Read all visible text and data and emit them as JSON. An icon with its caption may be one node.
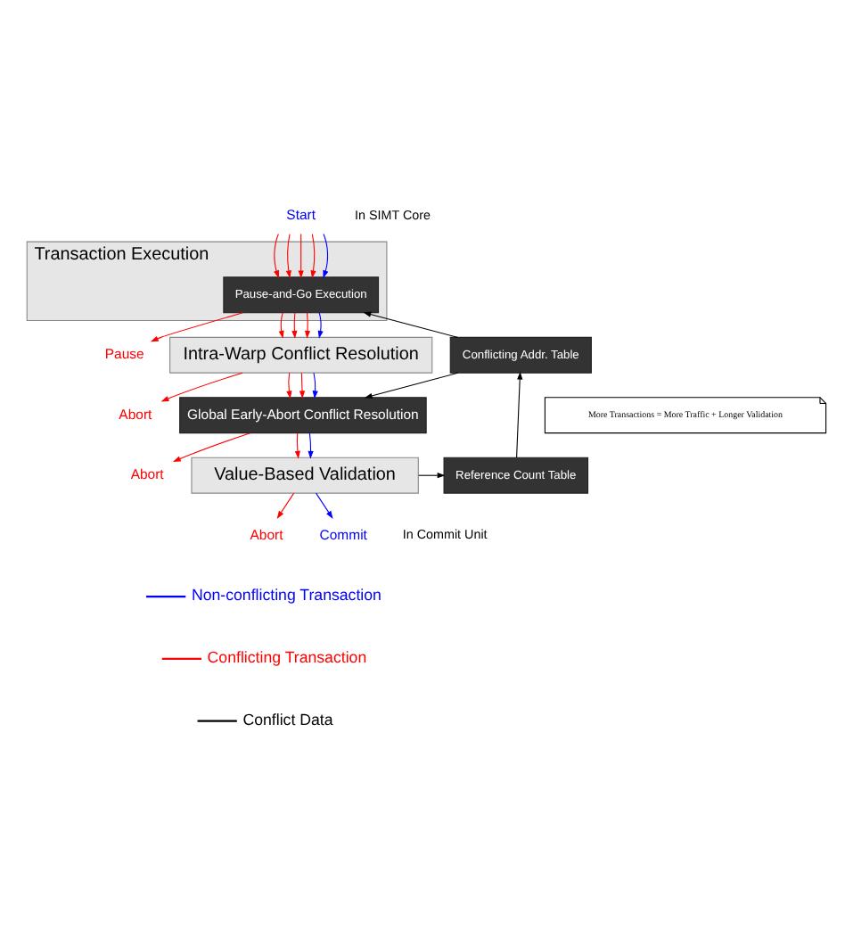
{
  "diagram": {
    "nodes": [
      {
        "text": [
          "Start"
        ]
      },
      {
        "text": [
          "Transaction Execution"
        ]
      },
      {
        "text": [
          "Pause-and-Go Execution"
        ],
        "in": 1
      },
      {
        "text": [
          "Pause"
        ]
      },
      {
        "text": [
          "Intra-Warp Conflict Resolution"
        ]
      },
      {
        "text": [
          "Abort"
        ]
      },
      {
        "text": [
          "Global Early-Abort Conflict Resolution"
        ]
      },
      {
        "text": [
          "Abort"
        ]
      },
      {
        "text": [
          "Value-Based Validation"
        ]
      },
      {
        "text": [
          "Abort"
        ]
      },
      {
        "text": [
          "Commit"
        ]
      },
      {
        "text": [
          "Conflicting Addr. Table"
        ]
      },
      {
        "text": [
          "Reference Count Table"
        ]
      },
      {
        "text": [
          "More Transactions = More Traffic + Longer Validation"
        ]
      }
    ],
    "edges": [
      {
        "from": 0,
        "to": 2,
        "arrow": "to",
        "color": "#ff0000"
      },
      {
        "from": 0,
        "to": 2,
        "arrow": "to",
        "color": "#ff0000"
      },
      {
        "from": 0,
        "to": 2,
        "arrow": "to",
        "color": "#ff0000"
      },
      {
        "from": 0,
        "to": 2,
        "arrow": "to",
        "color": "#ff0000"
      },
      {
        "from": 0,
        "to": 2,
        "arrow": "to",
        "color": "#0000ff"
      },
      {
        "from": 2,
        "to": 3,
        "arrow": "to",
        "color": "#ff0000"
      },
      {
        "from": 2,
        "to": 4,
        "arrow": "to",
        "color": "#ff0000"
      },
      {
        "from": 2,
        "to": 4,
        "arrow": "to",
        "color": "#ff0000"
      },
      {
        "from": 2,
        "to": 4,
        "arrow": "to",
        "color": "#ff0000"
      },
      {
        "from": 2,
        "to": 4,
        "arrow": "to",
        "color": "#0000ff"
      },
      {
        "from": 4,
        "to": 5,
        "arrow": "to",
        "color": "#ff0000"
      },
      {
        "from": 4,
        "to": 6,
        "arrow": "to",
        "color": "#ff0000"
      },
      {
        "from": 4,
        "to": 6,
        "arrow": "to",
        "color": "#ff0000"
      },
      {
        "from": 4,
        "to": 6,
        "arrow": "to",
        "color": "#0000ff"
      },
      {
        "from": 6,
        "to": 7,
        "arrow": "to",
        "color": "#ff0000"
      },
      {
        "from": 6,
        "to": 8,
        "arrow": "to",
        "color": "#ff0000"
      },
      {
        "from": 6,
        "to": 8,
        "arrow": "to",
        "color": "#0000ff"
      },
      {
        "from": 8,
        "to": 9,
        "arrow": "to",
        "color": "#ff0000"
      },
      {
        "from": 8,
        "to": 10,
        "arrow": "to",
        "color": "#0000ff"
      },
      {
        "from": 8,
        "to": 12,
        "arrow": "to",
        "color": "#000000"
      },
      {
        "from": 12,
        "to": 11,
        "arrow": "to",
        "color": "#000000"
      },
      {
        "from": 11,
        "to": 2,
        "arrow": "to",
        "color": "#000000"
      },
      {
        "from": 11,
        "to": 6,
        "arrow": "to",
        "color": "#000000"
      }
    ],
    "labels": [
      "In SIMT Core",
      "In Commit Unit"
    ],
    "legend": [
      {
        "text": "Non-conflicting Transaction"
      },
      {
        "text": "Conflicting Transaction"
      },
      {
        "text": "Conflict Data"
      }
    ]
  }
}
